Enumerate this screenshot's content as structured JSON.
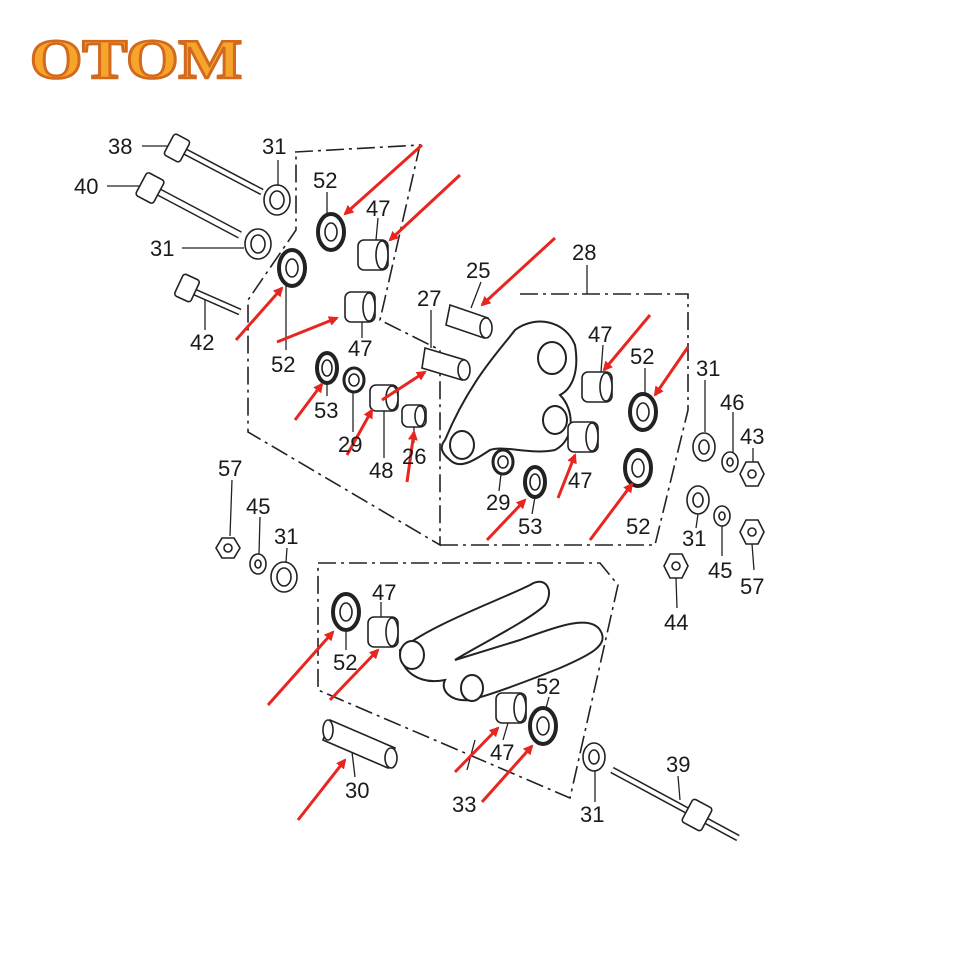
{
  "brand": {
    "logo_text": "OTOM"
  },
  "colors": {
    "logo_fill": "#f4a52a",
    "logo_stroke": "#d2691e",
    "part_line": "#222222",
    "part_fill": "#ffffff",
    "arrow": "#e8251f",
    "label": "#1a1a1a"
  },
  "callouts": [
    {
      "id": "c38",
      "text": "38"
    },
    {
      "id": "c31a",
      "text": "31"
    },
    {
      "id": "c40",
      "text": "40"
    },
    {
      "id": "c31b",
      "text": "31"
    },
    {
      "id": "c42",
      "text": "42"
    },
    {
      "id": "c52a",
      "text": "52"
    },
    {
      "id": "c47a",
      "text": "47"
    },
    {
      "id": "c52b",
      "text": "52"
    },
    {
      "id": "c47b",
      "text": "47"
    },
    {
      "id": "c53a",
      "text": "53"
    },
    {
      "id": "c29a",
      "text": "29"
    },
    {
      "id": "c48",
      "text": "48"
    },
    {
      "id": "c26",
      "text": "26"
    },
    {
      "id": "c27",
      "text": "27"
    },
    {
      "id": "c25",
      "text": "25"
    },
    {
      "id": "c28",
      "text": "28"
    },
    {
      "id": "c47c",
      "text": "47"
    },
    {
      "id": "c52c",
      "text": "52"
    },
    {
      "id": "c47d",
      "text": "47"
    },
    {
      "id": "c29b",
      "text": "29"
    },
    {
      "id": "c53b",
      "text": "53"
    },
    {
      "id": "c52d",
      "text": "52"
    },
    {
      "id": "c31c",
      "text": "31"
    },
    {
      "id": "c46",
      "text": "46"
    },
    {
      "id": "c43",
      "text": "43"
    },
    {
      "id": "c31d",
      "text": "31"
    },
    {
      "id": "c45a",
      "text": "45"
    },
    {
      "id": "c57a",
      "text": "57"
    },
    {
      "id": "c44",
      "text": "44"
    },
    {
      "id": "c57b",
      "text": "57"
    },
    {
      "id": "c45b",
      "text": "45"
    },
    {
      "id": "c31e",
      "text": "31"
    },
    {
      "id": "c47e",
      "text": "47"
    },
    {
      "id": "c52e",
      "text": "52"
    },
    {
      "id": "c52f",
      "text": "52"
    },
    {
      "id": "c47f",
      "text": "47"
    },
    {
      "id": "c30",
      "text": "30"
    },
    {
      "id": "c33",
      "text": "33"
    },
    {
      "id": "c31f",
      "text": "31"
    },
    {
      "id": "c39",
      "text": "39"
    }
  ]
}
